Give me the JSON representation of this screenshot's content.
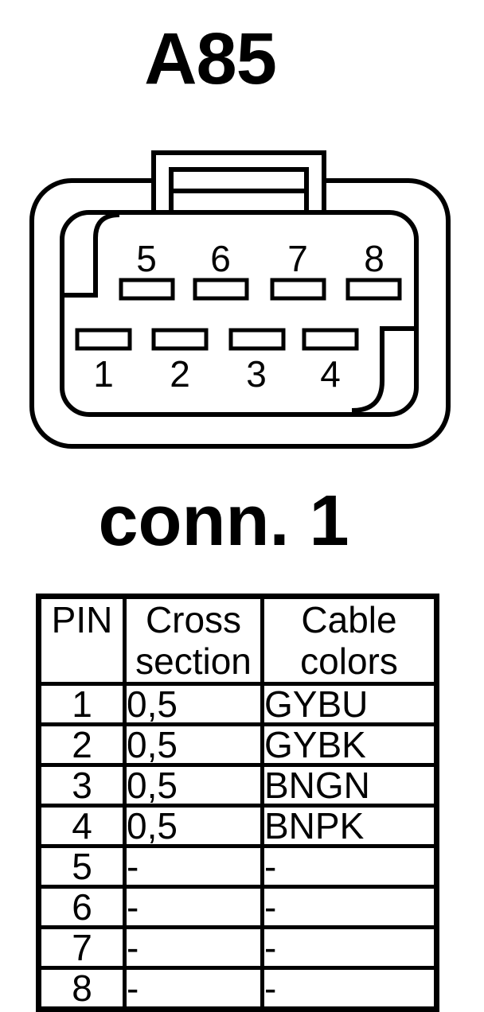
{
  "title": "A85",
  "connector": {
    "label": "conn. 1",
    "pins_top": [
      "5",
      "6",
      "7",
      "8"
    ],
    "pins_bottom": [
      "1",
      "2",
      "3",
      "4"
    ]
  },
  "table": {
    "headers": [
      "PIN",
      "Cross section",
      "Cable colors"
    ],
    "rows": [
      {
        "pin": "1",
        "cross_section": "0,5",
        "cable_colors": "GYBU"
      },
      {
        "pin": "2",
        "cross_section": "0,5",
        "cable_colors": "GYBK"
      },
      {
        "pin": "3",
        "cross_section": "0,5",
        "cable_colors": "BNGN"
      },
      {
        "pin": "4",
        "cross_section": "0,5",
        "cable_colors": "BNPK"
      },
      {
        "pin": "5",
        "cross_section": "-",
        "cable_colors": "-"
      },
      {
        "pin": "6",
        "cross_section": "-",
        "cable_colors": "-"
      },
      {
        "pin": "7",
        "cross_section": "-",
        "cable_colors": "-"
      },
      {
        "pin": "8",
        "cross_section": "-",
        "cable_colors": "-"
      }
    ]
  },
  "colors": {
    "ink": "#000000",
    "background": "#ffffff"
  }
}
